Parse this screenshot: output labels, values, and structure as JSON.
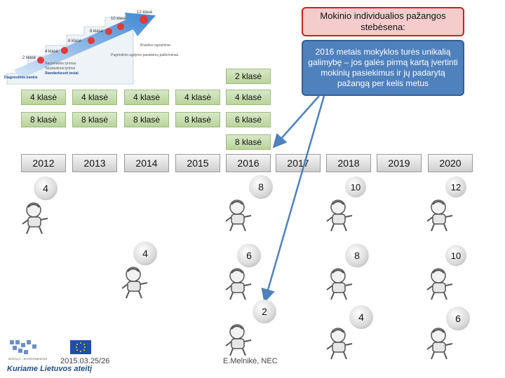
{
  "callouts": {
    "title": "Mokinio individualios pažangos stebėsena:",
    "body": "2016 metais mokyklos turės unikalią galimybę – jos galės pirmą kartą įvertinti mokinių pasiekimus ir jų padarytą pažangą per kelis metus"
  },
  "inset": {
    "labels": [
      "12 klasė",
      "10 klasė",
      "8 klasė",
      "6 klasė",
      "4 klasė",
      "2 klasė"
    ],
    "notes": [
      "Brandos egzaminai",
      "Pagrindinio ugdymo pasiekimų patikrinimas",
      "Nacionalinis tyrimas",
      "Tarptautiniai tyrimai",
      "Standartizuoti testai"
    ],
    "caption": "Diagnostinis įrankis"
  },
  "klase": {
    "top_2": "2 klasė",
    "row_4": [
      "4 klasė",
      "4 klasė",
      "4 klasė",
      "4 klasė",
      "4 klasė"
    ],
    "row_8": [
      "8 klasė",
      "8 klasė",
      "8 klasė",
      "8 klasė",
      "6 klasė"
    ],
    "bottom_8": "8 klasė"
  },
  "years": [
    "2012",
    "2013",
    "2014",
    "2015",
    "2016",
    "2017",
    "2018",
    "2019",
    "2020"
  ],
  "grades": {
    "row1": [
      "4",
      "8",
      "10",
      "12"
    ],
    "row2": [
      "4",
      "6",
      "8",
      "10"
    ],
    "row3": [
      "2",
      "4",
      "6"
    ]
  },
  "footer": {
    "date": "2015.03.25/26",
    "author": "E.Melnikė, NEC",
    "logo_text": "Kuriame Lietuvos ateitį",
    "logo_small": "MOKSLO – EKSPERIMENTAS"
  },
  "colors": {
    "arrow": "#4f81bd",
    "callout_red": "#c9211e",
    "callout_blue": "#4f81bd",
    "inset_red": "#e03a3a"
  }
}
